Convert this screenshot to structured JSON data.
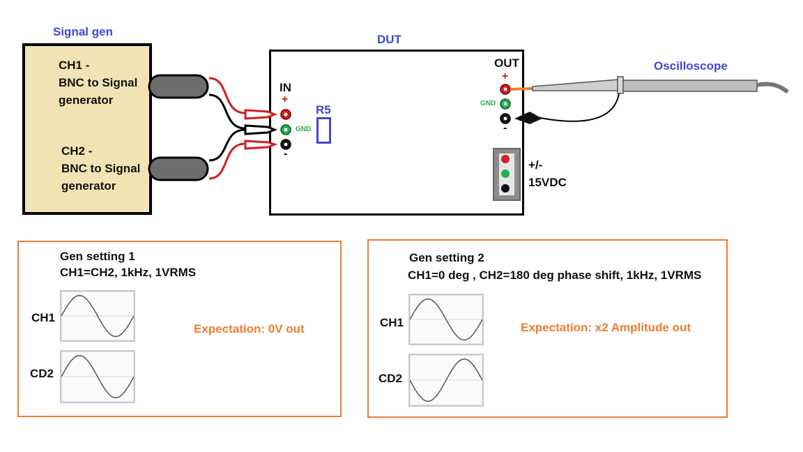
{
  "signal_gen": {
    "title": "Signal gen",
    "ch1_line1": "CH1 -",
    "ch1_line2": "BNC to Signal",
    "ch1_line3": "generator",
    "ch2_line1": "CH2 -",
    "ch2_line2": "BNC to Signal",
    "ch2_line3": "generator"
  },
  "dut": {
    "title": "DUT",
    "in_label": "IN",
    "in_plus": "+",
    "in_gnd": "GND",
    "in_minus": "-",
    "r5_label": "R5",
    "out_label": "OUT",
    "out_plus": "+",
    "out_gnd": "GND",
    "out_minus": "-",
    "supply_line1": "+/-",
    "supply_line2": "15VDC"
  },
  "oscilloscope": {
    "title": "Oscilloscope"
  },
  "setting1": {
    "title": "Gen setting 1",
    "params": "CH1=CH2, 1kHz, 1VRMS",
    "wave1_label": "CH1",
    "wave2_label": "CD2",
    "expectation": "Expectation: 0V out"
  },
  "setting2": {
    "title": "Gen setting 2",
    "params": "CH1=0 deg , CH2=180 deg phase shift, 1kHz, 1VRMS",
    "wave1_label": "CH1",
    "wave2_label": "CD2",
    "expectation": "Expectation: x2 Amplitude out"
  },
  "colors": {
    "panel_border": "#ed7d31",
    "title_blue": "#3f48cc",
    "siggen_fill": "#f1e3b3",
    "lead_red": "#d01f1f",
    "gnd_green": "#22b14c"
  }
}
